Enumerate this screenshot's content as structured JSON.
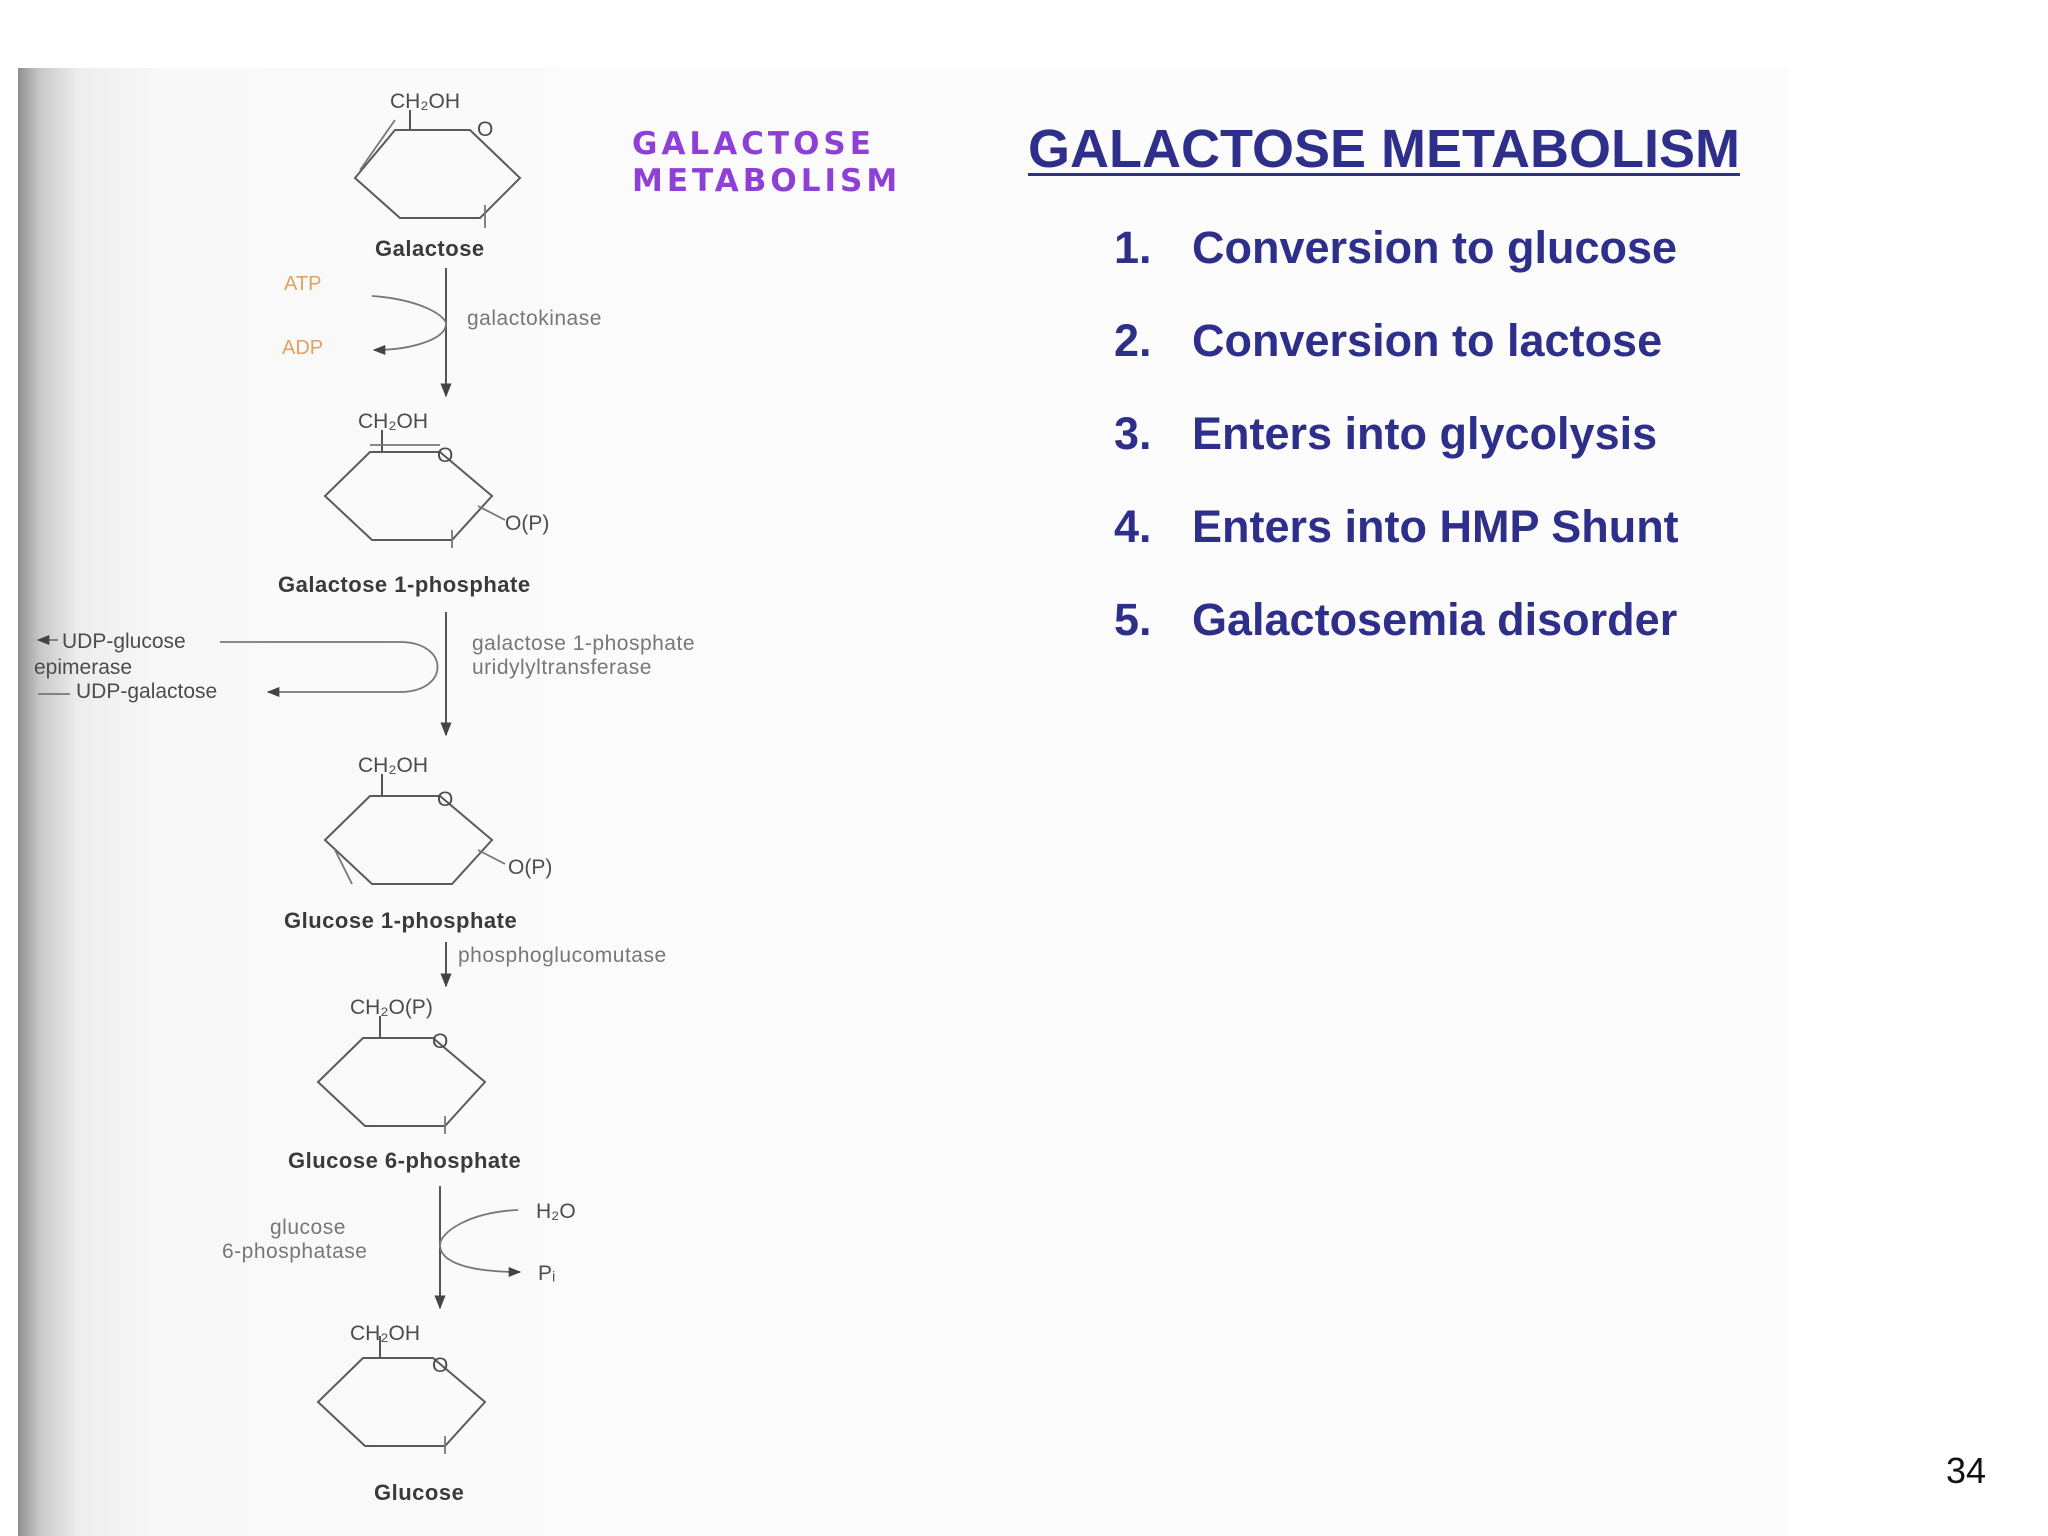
{
  "slide": {
    "title": "GALACTOSE METABOLISM",
    "points": [
      {
        "number": "1.",
        "text": "Conversion to glucose"
      },
      {
        "number": "2.",
        "text": "Conversion to lactose"
      },
      {
        "number": "3.",
        "text": "Enters into glycolysis"
      },
      {
        "number": "4.",
        "text": "Enters into HMP Shunt"
      },
      {
        "number": "5.",
        "text": "Galactosemia disorder"
      }
    ],
    "page_number": "34",
    "title_color": "#2e2f8a"
  },
  "figure": {
    "title_line1": "GALACTOSE",
    "title_line2": "METABOLISM",
    "title_color": "#8e3fd6",
    "molecules": {
      "galactose": {
        "group": "CH₂OH",
        "ring_o": "O",
        "name": "Galactose"
      },
      "galactose_1p": {
        "group": "CH₂OH",
        "ring_o": "O",
        "substituent": "O(P)",
        "name": "Galactose 1-phosphate"
      },
      "glucose_1p": {
        "group": "CH₂OH",
        "ring_o": "O",
        "substituent": "O(P)",
        "name": "Glucose 1-phosphate"
      },
      "glucose_6p": {
        "group": "CH₂O(P)",
        "ring_o": "O",
        "name": "Glucose 6-phosphate"
      },
      "glucose": {
        "group": "CH₂OH",
        "ring_o": "O",
        "name": "Glucose"
      }
    },
    "steps": {
      "galactokinase": {
        "enzyme": "galactokinase",
        "input": "ATP",
        "output": "ADP"
      },
      "uridylyltransferase": {
        "enzyme_line1": "galactose 1-phosphate",
        "enzyme_line2": "uridylyltransferase",
        "input": "UDP-glucose",
        "output": "UDP-galactose",
        "side_enzyme": "epimerase"
      },
      "phosphoglucomutase": {
        "enzyme": "phosphoglucomutase"
      },
      "glucose_6_phosphatase": {
        "enzyme_line1": "glucose",
        "enzyme_line2": "6-phosphatase",
        "input": "H₂O",
        "output": "Pᵢ"
      }
    }
  }
}
